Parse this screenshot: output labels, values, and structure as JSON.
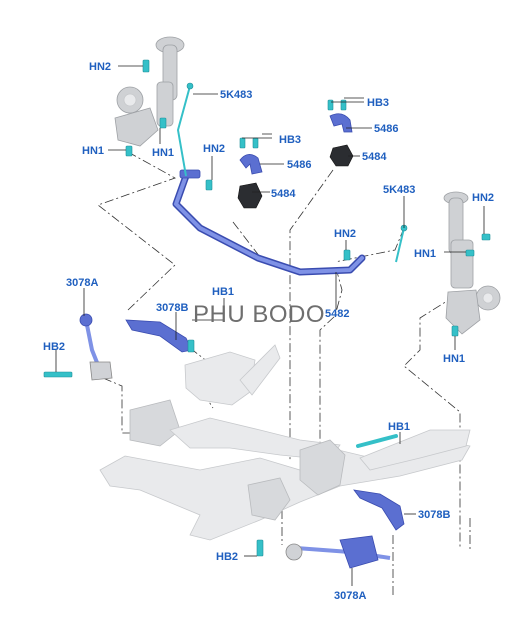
{
  "labels": {
    "hn2_top_left": "HN2",
    "k5k483_left": "5K483",
    "hn1_left_a": "HN1",
    "hn1_left_b": "HN1",
    "hn2_mid": "HN2",
    "hb3_mid": "HB3",
    "p5486_mid": "5486",
    "p5484_mid": "5484",
    "hb3_right": "HB3",
    "p5486_right": "5486",
    "p5484_right": "5484",
    "k5k483_right": "5K483",
    "hn2_right": "HN2",
    "hn1_right_a": "HN1",
    "hn1_right_b": "HN1",
    "hn2_bar": "HN2",
    "p5482": "5482",
    "p3078a_left": "3078A",
    "hb2_left": "HB2",
    "p3078b_left": "3078B",
    "hb1_left": "HB1",
    "hb1_right": "HB1",
    "p3078b_right": "3078B",
    "hb2_bottom": "HB2",
    "p3078a_bottom": "3078A"
  },
  "watermark": "PHU BODO",
  "colors": {
    "label": "#1f5fbf",
    "part_blue": "#5b6fd1",
    "fastener_cyan": "#35c0c8",
    "frame_grey": "#e9eaec"
  }
}
